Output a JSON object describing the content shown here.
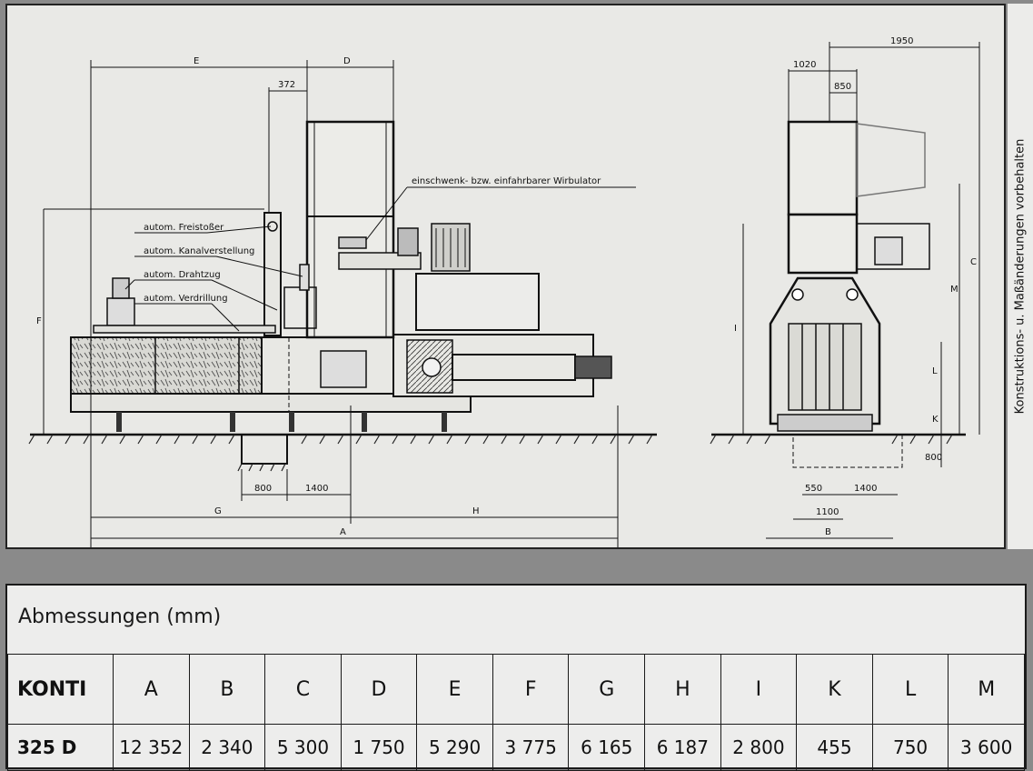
{
  "drawing": {
    "callouts": {
      "freistosser": "autom. Freistoßer",
      "kanalverstellung": "autom. Kanalverstellung",
      "drahtzug": "autom. Drahtzug",
      "verdrillung": "autom. Verdrillung",
      "wirbulator": "einschwenk- bzw. einfahrbarer Wirbulator"
    },
    "side_view": {
      "dims": {
        "E": "E",
        "D": "D",
        "d372": "372",
        "F": "F",
        "d800": "800",
        "d1400": "1400",
        "G": "G",
        "H": "H",
        "A": "A"
      }
    },
    "end_view": {
      "dims": {
        "d1950": "1950",
        "d1020": "1020",
        "d850": "850",
        "C": "C",
        "M": "M",
        "I": "I",
        "L": "L",
        "K": "K",
        "d800": "800",
        "d550": "550",
        "d1400": "1400",
        "d1100": "1100",
        "B": "B"
      }
    },
    "side_note": "Konstruktions- u. Maßänderungen vorbehalten"
  },
  "table": {
    "title": "Abmessungen (mm)",
    "model_header": "KONTI",
    "columns": [
      "A",
      "B",
      "C",
      "D",
      "E",
      "F",
      "G",
      "H",
      "I",
      "K",
      "L",
      "M"
    ],
    "rows": [
      {
        "model": "325 D",
        "values": [
          "12 352",
          "2 340",
          "5 300",
          "1 750",
          "5 290",
          "3 775",
          "6 165",
          "6 187",
          "2 800",
          "455",
          "750",
          "3 600"
        ]
      }
    ]
  }
}
